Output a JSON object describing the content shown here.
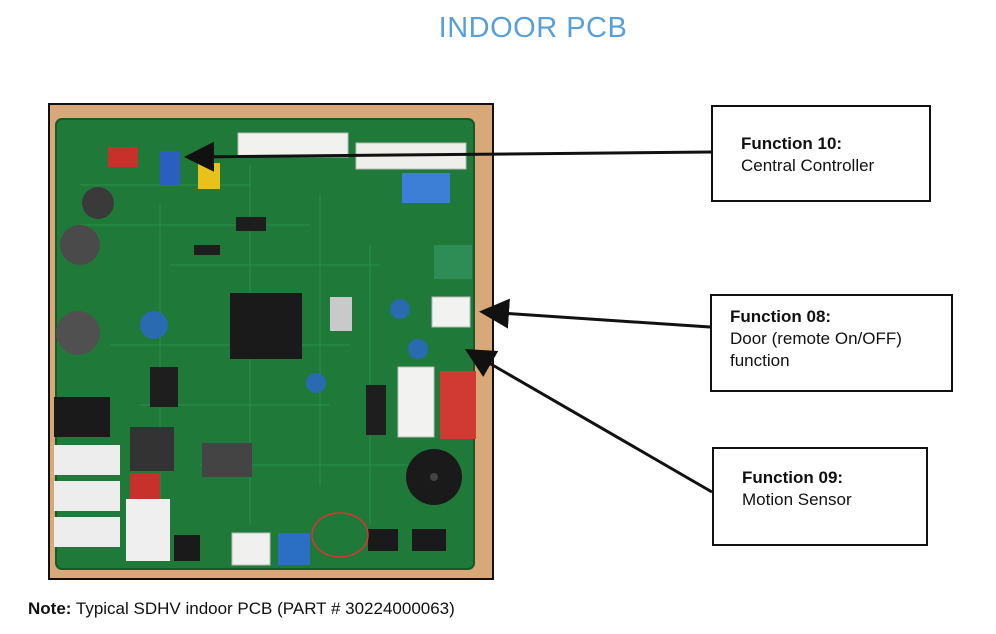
{
  "page": {
    "title": "INDOOR PCB"
  },
  "callouts": [
    {
      "id": "10",
      "heading": "Function 10:",
      "body": "Central Controller"
    },
    {
      "id": "08",
      "heading": "Function 08:",
      "body": "Door (remote On/OFF) function"
    },
    {
      "id": "09",
      "heading": "Function 09:",
      "body": "Motion Sensor"
    }
  ],
  "note": {
    "label": "Note:",
    "text": " Typical SDHV indoor PCB (PART # 30224000063)"
  },
  "colors": {
    "title": "#5aa0d8",
    "pcb_green": "#1f7a3a",
    "board_background": "#d8a876"
  }
}
